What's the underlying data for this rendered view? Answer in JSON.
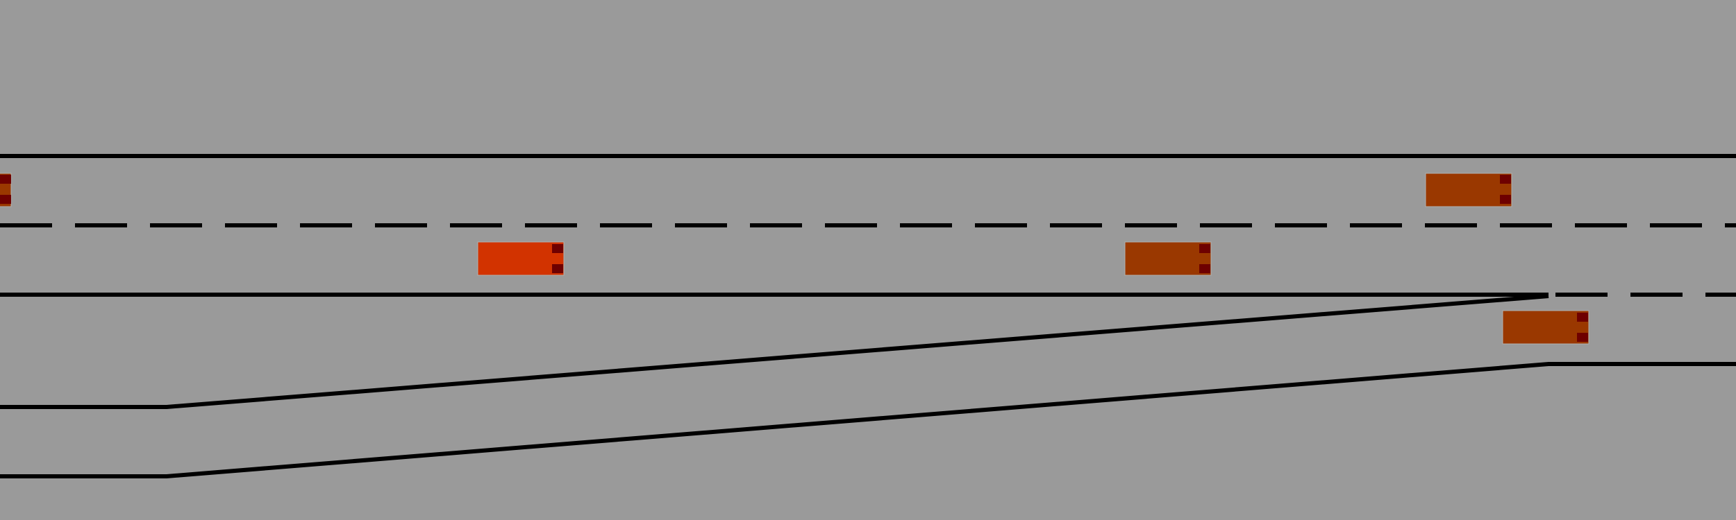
{
  "scene": {
    "type": "highway-merge-driving-simulation",
    "colors": {
      "background": "#9a9a9a",
      "lane_line": "#000000",
      "ego_vehicle": "#d23300",
      "other_vehicle": "#9a3800",
      "tail_light": "#6e0000"
    },
    "vehicles": [
      {
        "id": "vehicle-edge-left",
        "role": "other",
        "lane": "upper-lane"
      },
      {
        "id": "ego-vehicle",
        "role": "ego",
        "lane": "middle-lane"
      },
      {
        "id": "vehicle-middle",
        "role": "other",
        "lane": "middle-lane"
      },
      {
        "id": "vehicle-upper-right",
        "role": "other",
        "lane": "upper-lane"
      },
      {
        "id": "vehicle-merging",
        "role": "other",
        "lane": "merge-lane"
      }
    ]
  }
}
